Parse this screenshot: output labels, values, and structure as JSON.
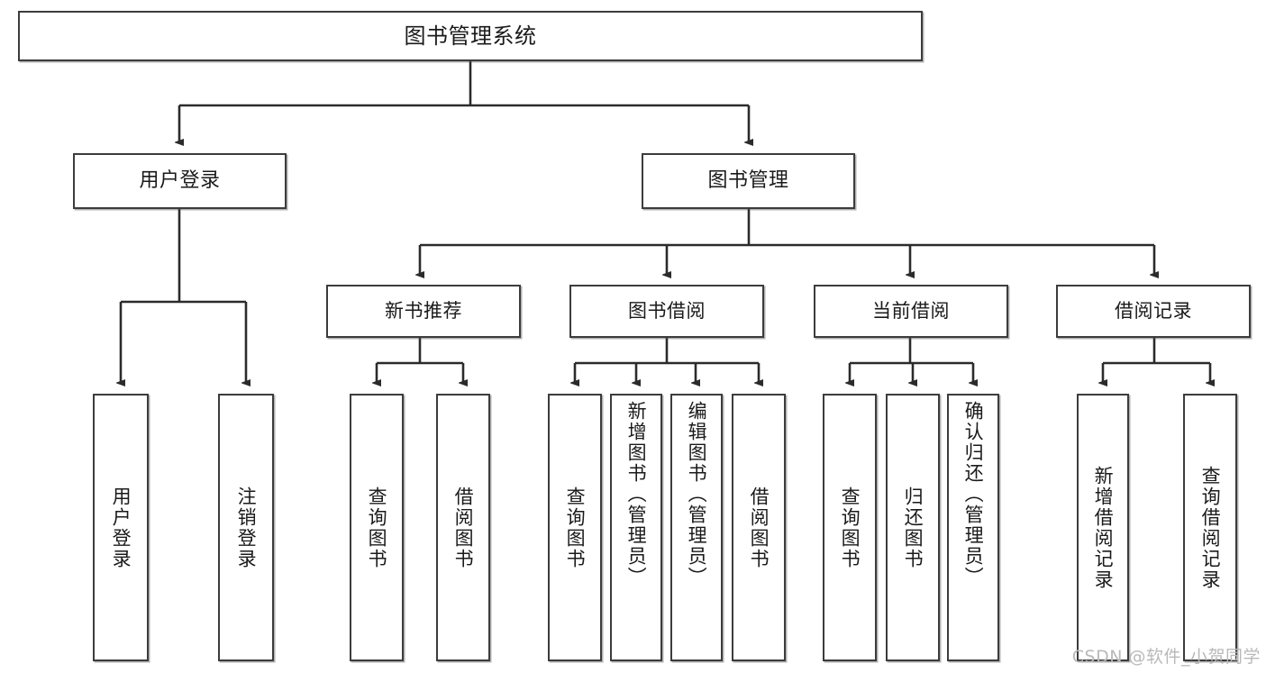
{
  "diagram": {
    "type": "tree",
    "title": "图书管理系统",
    "orientation": "top-down",
    "watermark": "CSDN @软件_小贺同学",
    "colors": {
      "box_border": "#3c3c3c",
      "box_fill": "#ffffff",
      "connector": "#2b2b2b",
      "text": "#1a1a1a",
      "watermark": "#b9b9b9"
    },
    "nodes": {
      "root": {
        "label": "图书管理系统",
        "level": 0
      },
      "user_login": {
        "label": "用户登录",
        "level": 1
      },
      "book_manage": {
        "label": "图书管理",
        "level": 1
      },
      "new_book_rec": {
        "label": "新书推荐",
        "level": 2
      },
      "book_borrow": {
        "label": "图书借阅",
        "level": 2
      },
      "current_borrow": {
        "label": "当前借阅",
        "level": 2
      },
      "borrow_record": {
        "label": "借阅记录",
        "level": 2
      },
      "leaf_user_login": {
        "label": "用户登录",
        "level": 3
      },
      "leaf_logout": {
        "label": "注销登录",
        "level": 3
      },
      "leaf_query_book_1": {
        "label": "查询图书",
        "level": 3
      },
      "leaf_borrow_book_1": {
        "label": "借阅图书",
        "level": 3
      },
      "leaf_query_book_2": {
        "label": "查询图书",
        "level": 3
      },
      "leaf_add_book": {
        "label": "新增图书（管理员）",
        "level": 3
      },
      "leaf_edit_book": {
        "label": "编辑图书（管理员）",
        "level": 3
      },
      "leaf_borrow_book_2": {
        "label": "借阅图书",
        "level": 3
      },
      "leaf_query_book_3": {
        "label": "查询图书",
        "level": 3
      },
      "leaf_return_book": {
        "label": "归还图书",
        "level": 3
      },
      "leaf_confirm_return": {
        "label": "确认归还（管理员）",
        "level": 3
      },
      "leaf_add_record": {
        "label": "新增借阅记录",
        "level": 3
      },
      "leaf_query_record": {
        "label": "查询借阅记录",
        "level": 3
      }
    },
    "edges": [
      {
        "from": "root",
        "to": "user_login"
      },
      {
        "from": "root",
        "to": "book_manage"
      },
      {
        "from": "user_login",
        "to": "leaf_user_login"
      },
      {
        "from": "user_login",
        "to": "leaf_logout"
      },
      {
        "from": "book_manage",
        "to": "new_book_rec"
      },
      {
        "from": "book_manage",
        "to": "book_borrow"
      },
      {
        "from": "book_manage",
        "to": "current_borrow"
      },
      {
        "from": "book_manage",
        "to": "borrow_record"
      },
      {
        "from": "new_book_rec",
        "to": "leaf_query_book_1"
      },
      {
        "from": "new_book_rec",
        "to": "leaf_borrow_book_1"
      },
      {
        "from": "book_borrow",
        "to": "leaf_query_book_2"
      },
      {
        "from": "book_borrow",
        "to": "leaf_add_book"
      },
      {
        "from": "book_borrow",
        "to": "leaf_edit_book"
      },
      {
        "from": "book_borrow",
        "to": "leaf_borrow_book_2"
      },
      {
        "from": "current_borrow",
        "to": "leaf_query_book_3"
      },
      {
        "from": "current_borrow",
        "to": "leaf_return_book"
      },
      {
        "from": "current_borrow",
        "to": "leaf_confirm_return"
      },
      {
        "from": "borrow_record",
        "to": "leaf_add_record"
      },
      {
        "from": "borrow_record",
        "to": "leaf_query_record"
      }
    ]
  }
}
